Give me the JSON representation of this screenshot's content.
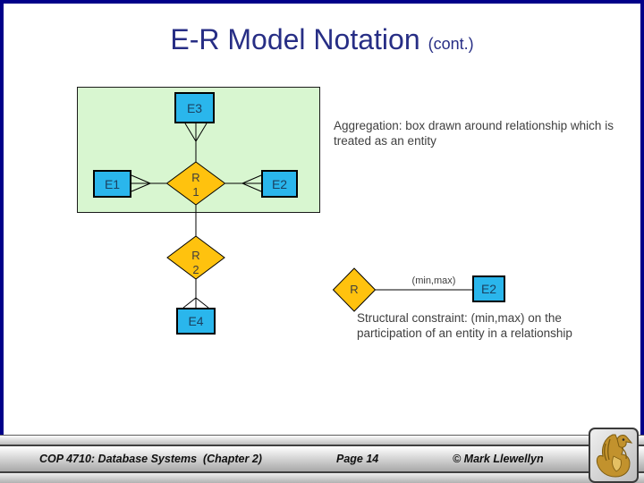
{
  "title": {
    "main": "E-R Model Notation",
    "suffix": "(cont.)"
  },
  "diagram": {
    "entity_e3": "E3",
    "entity_e1": "E1",
    "entity_e2": "E2",
    "entity_e4": "E4",
    "r1": {
      "line1": "R",
      "line2": "1"
    },
    "r2": {
      "line1": "R",
      "line2": "2"
    },
    "aggregation_note": "Aggregation: box drawn around relationship which is treated as an entity"
  },
  "constraint": {
    "relationship": "R",
    "entity": "E2",
    "cardinality_label": "(min,max)",
    "note": "Structural constraint: (min,max) on the participation of an entity in a relationship"
  },
  "footer": {
    "course": "COP 4710: Database Systems  (Chapter 2)",
    "page": "Page 14",
    "copyright": "© Mark Llewellyn"
  },
  "colors": {
    "entity_fill": "#2ab6ec",
    "relationship_fill": "#ffc20e",
    "aggregation_fill": "#d8f6d0",
    "title_text": "#272e85",
    "slide_border": "#010189",
    "logo_gold": "#c2922d"
  }
}
